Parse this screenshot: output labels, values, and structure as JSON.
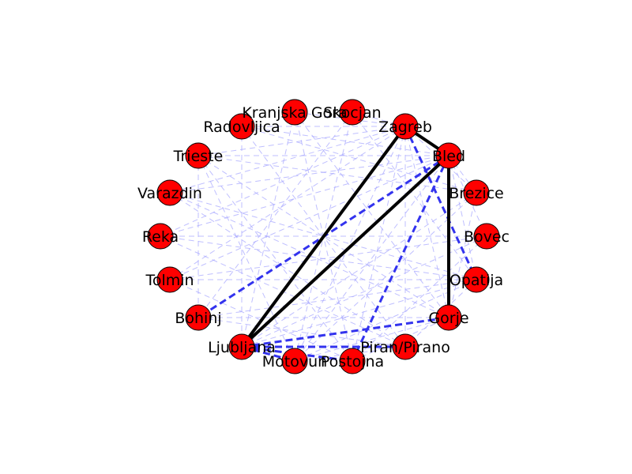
{
  "graph": {
    "node_color": "#ff0000",
    "node_edge_color": "#000000",
    "route_color": "#000000",
    "candidate_color": "#3333ee",
    "other_color": "#aaaaff",
    "nodes": [
      {
        "id": "kranjska_gora",
        "label": "Kranjska Gora"
      },
      {
        "id": "skocjan",
        "label": "Skocjan"
      },
      {
        "id": "zagreb",
        "label": "Zagreb"
      },
      {
        "id": "bled",
        "label": "Bled"
      },
      {
        "id": "brezice",
        "label": "Brezice"
      },
      {
        "id": "bovec",
        "label": "Bovec"
      },
      {
        "id": "opatija",
        "label": "Opatija"
      },
      {
        "id": "gorje",
        "label": "Gorje"
      },
      {
        "id": "piran",
        "label": "Piran/Pirano"
      },
      {
        "id": "postojna",
        "label": "Postojna"
      },
      {
        "id": "motovun",
        "label": "Motovun"
      },
      {
        "id": "ljubljana",
        "label": "Ljubljana"
      },
      {
        "id": "bohinj",
        "label": "Bohinj"
      },
      {
        "id": "tolmin",
        "label": "Tolmin"
      },
      {
        "id": "reka",
        "label": "Reka"
      },
      {
        "id": "varazdin",
        "label": "Varazdin"
      },
      {
        "id": "trieste",
        "label": "Trieste"
      },
      {
        "id": "radovljica",
        "label": "Radovljica"
      }
    ],
    "route_edges": [
      [
        "ljubljana",
        "zagreb"
      ],
      [
        "ljubljana",
        "bled"
      ],
      [
        "zagreb",
        "bled"
      ],
      [
        "bled",
        "gorje"
      ]
    ],
    "candidate_edges": [
      [
        "bled",
        "bohinj"
      ],
      [
        "bled",
        "postojna"
      ],
      [
        "zagreb",
        "opatija"
      ],
      [
        "zagreb",
        "bled"
      ],
      [
        "ljubljana",
        "postojna"
      ],
      [
        "ljubljana",
        "piran"
      ],
      [
        "ljubljana",
        "gorje"
      ],
      [
        "ljubljana",
        "motovun"
      ]
    ],
    "other_edges": [
      [
        "zagreb",
        "kranjska_gora"
      ],
      [
        "zagreb",
        "skocjan"
      ],
      [
        "zagreb",
        "radovljica"
      ],
      [
        "zagreb",
        "trieste"
      ],
      [
        "zagreb",
        "varazdin"
      ],
      [
        "zagreb",
        "reka"
      ],
      [
        "zagreb",
        "tolmin"
      ],
      [
        "zagreb",
        "motovun"
      ],
      [
        "zagreb",
        "postojna"
      ],
      [
        "zagreb",
        "piran"
      ],
      [
        "zagreb",
        "gorje"
      ],
      [
        "zagreb",
        "brezice"
      ],
      [
        "bled",
        "trieste"
      ],
      [
        "bled",
        "radovljica"
      ],
      [
        "bled",
        "reka"
      ],
      [
        "bled",
        "varazdin"
      ],
      [
        "bled",
        "brezice"
      ],
      [
        "bled",
        "bovec"
      ],
      [
        "bled",
        "opatija"
      ],
      [
        "bled",
        "motovun"
      ],
      [
        "bled",
        "tolmin"
      ],
      [
        "trieste",
        "brezice"
      ],
      [
        "trieste",
        "gorje"
      ],
      [
        "trieste",
        "postojna"
      ],
      [
        "trieste",
        "bohinj"
      ],
      [
        "trieste",
        "motovun"
      ],
      [
        "radovljica",
        "brezice"
      ],
      [
        "radovljica",
        "piran"
      ],
      [
        "radovljica",
        "ljubljana"
      ],
      [
        "kranjska_gora",
        "ljubljana"
      ],
      [
        "kranjska_gora",
        "gorje"
      ],
      [
        "kranjska_gora",
        "postojna"
      ],
      [
        "skocjan",
        "bohinj"
      ],
      [
        "skocjan",
        "motovun"
      ],
      [
        "skocjan",
        "opatija"
      ],
      [
        "varazdin",
        "opatija"
      ],
      [
        "varazdin",
        "gorje"
      ],
      [
        "varazdin",
        "piran"
      ],
      [
        "reka",
        "opatija"
      ],
      [
        "reka",
        "bovec"
      ],
      [
        "reka",
        "piran"
      ],
      [
        "tolmin",
        "bovec"
      ],
      [
        "tolmin",
        "opatija"
      ],
      [
        "tolmin",
        "postojna"
      ],
      [
        "bohinj",
        "gorje"
      ],
      [
        "bohinj",
        "piran"
      ],
      [
        "bohinj",
        "opatija"
      ],
      [
        "brezice",
        "gorje"
      ],
      [
        "brezice",
        "motovun"
      ],
      [
        "brezice",
        "ljubljana"
      ],
      [
        "bovec",
        "postojna"
      ],
      [
        "bovec",
        "ljubljana"
      ],
      [
        "opatija",
        "piran"
      ],
      [
        "opatija",
        "motovun"
      ],
      [
        "opatija",
        "ljubljana"
      ],
      [
        "gorje",
        "motovun"
      ],
      [
        "piran",
        "motovun"
      ],
      [
        "postojna",
        "gorje"
      ]
    ]
  }
}
